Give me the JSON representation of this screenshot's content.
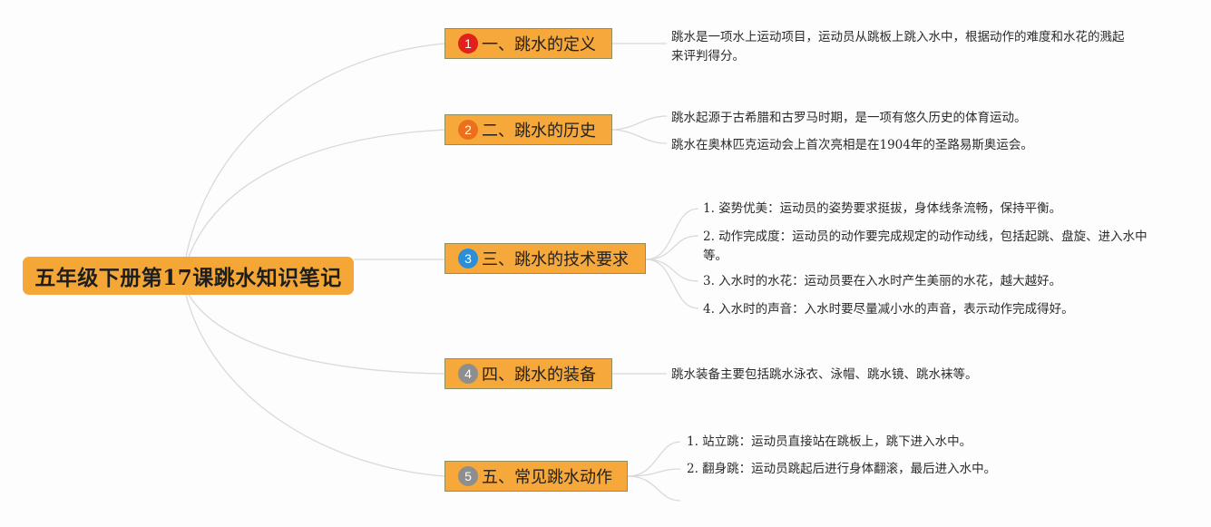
{
  "root": {
    "title": "五年级下册第17课跳水知识笔记"
  },
  "branches": [
    {
      "number": "1",
      "label": "一、跳水的定义",
      "badge_color": "#e2211c",
      "leaves": [
        "跳水是一项水上运动项目，运动员从跳板上跳入水中，根据动作的难度和水花的溅起来评判得分。"
      ]
    },
    {
      "number": "2",
      "label": "二、跳水的历史",
      "badge_color": "#ec6f1a",
      "leaves": [
        "跳水起源于古希腊和古罗马时期，是一项有悠久历史的体育运动。",
        "跳水在奥林匹克运动会上首次亮相是在1904年的圣路易斯奥运会。"
      ]
    },
    {
      "number": "3",
      "label": "三、跳水的技术要求",
      "badge_color": "#2a8fd6",
      "leaves": [
        "1. 姿势优美：运动员的姿势要求挺拔，身体线条流畅，保持平衡。",
        "2. 动作完成度：运动员的动作要完成规定的动作动线，包括起跳、盘旋、进入水中等。",
        "3. 入水时的水花：运动员要在入水时产生美丽的水花，越大越好。",
        "4. 入水时的声音：入水时要尽量减小水的声音，表示动作完成得好。"
      ]
    },
    {
      "number": "4",
      "label": "四、跳水的装备",
      "badge_color": "#8e8e8e",
      "leaves": [
        "跳水装备主要包括跳水泳衣、泳帽、跳水镜、跳水袜等。"
      ]
    },
    {
      "number": "5",
      "label": "五、常见跳水动作",
      "badge_color": "#8e8e8e",
      "leaves": [
        "1. 站立跳：运动员直接站在跳板上，跳下进入水中。",
        "2. 翻身跳：运动员跳起后进行身体翻滚，最后进入水中。"
      ]
    }
  ]
}
